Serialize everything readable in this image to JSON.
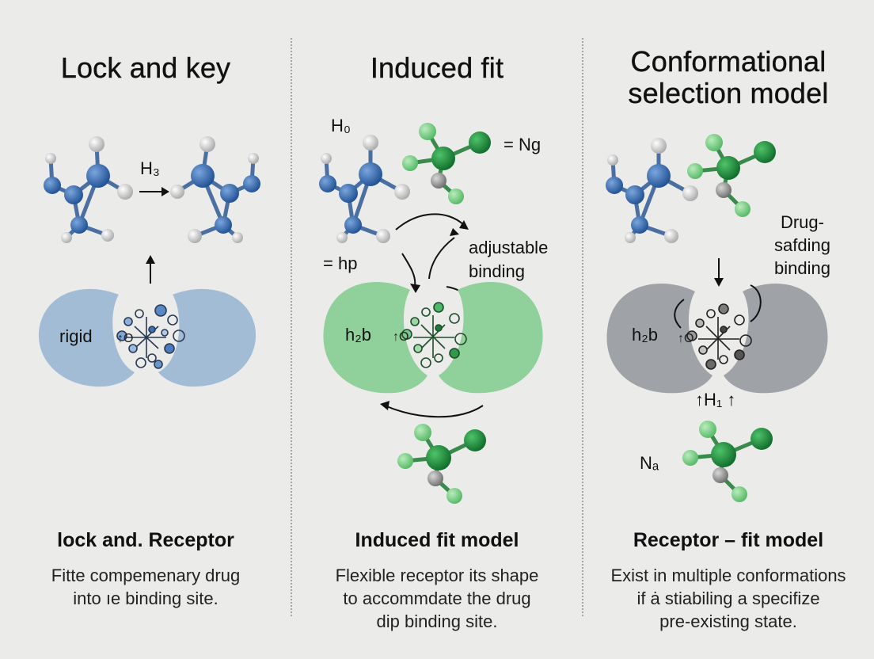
{
  "panels": [
    {
      "title": "Lock and key",
      "labels": {
        "arrow_label": "H₃",
        "receptor_label": "rigid"
      },
      "subtitle": "lock and. Receptor",
      "description": [
        "Fitte compemenary drug",
        "into ıe binding site."
      ],
      "receptor_color": "#a3bcd6"
    },
    {
      "title": "Induced fit",
      "labels": {
        "top_left": "H₀",
        "ligand_eq": "= Ng",
        "left_eq": "= hp",
        "adjust": [
          "adjustable",
          "binding"
        ],
        "receptor_label": "h₂b"
      },
      "subtitle": "Induced fit model",
      "description": [
        "Flexible receptor its shape",
        "to accommdate the drug",
        "dip binding site."
      ],
      "receptor_color": "#8fd09b"
    },
    {
      "title": "Conformational selection model",
      "title_lines": [
        "Conformational",
        "selection model"
      ],
      "labels": {
        "drug": [
          "Drug-",
          "safding",
          "binding"
        ],
        "receptor_label": "h₂b",
        "h1": "↑H₁ ↑",
        "na": "Nₐ"
      },
      "subtitle": "Receptor – fit model",
      "description": [
        "Exist in multiple conformations",
        "if ȧ stiabiling a specifize",
        "pre-existing state."
      ],
      "receptor_color": "#9fa3a7"
    }
  ],
  "colors": {
    "blue_atom": "#2f68b4",
    "white_atom": "#d9d9d9",
    "green_dark": "#1c8a3c",
    "green_light": "#74cf7c",
    "gray_atom": "#888888"
  }
}
